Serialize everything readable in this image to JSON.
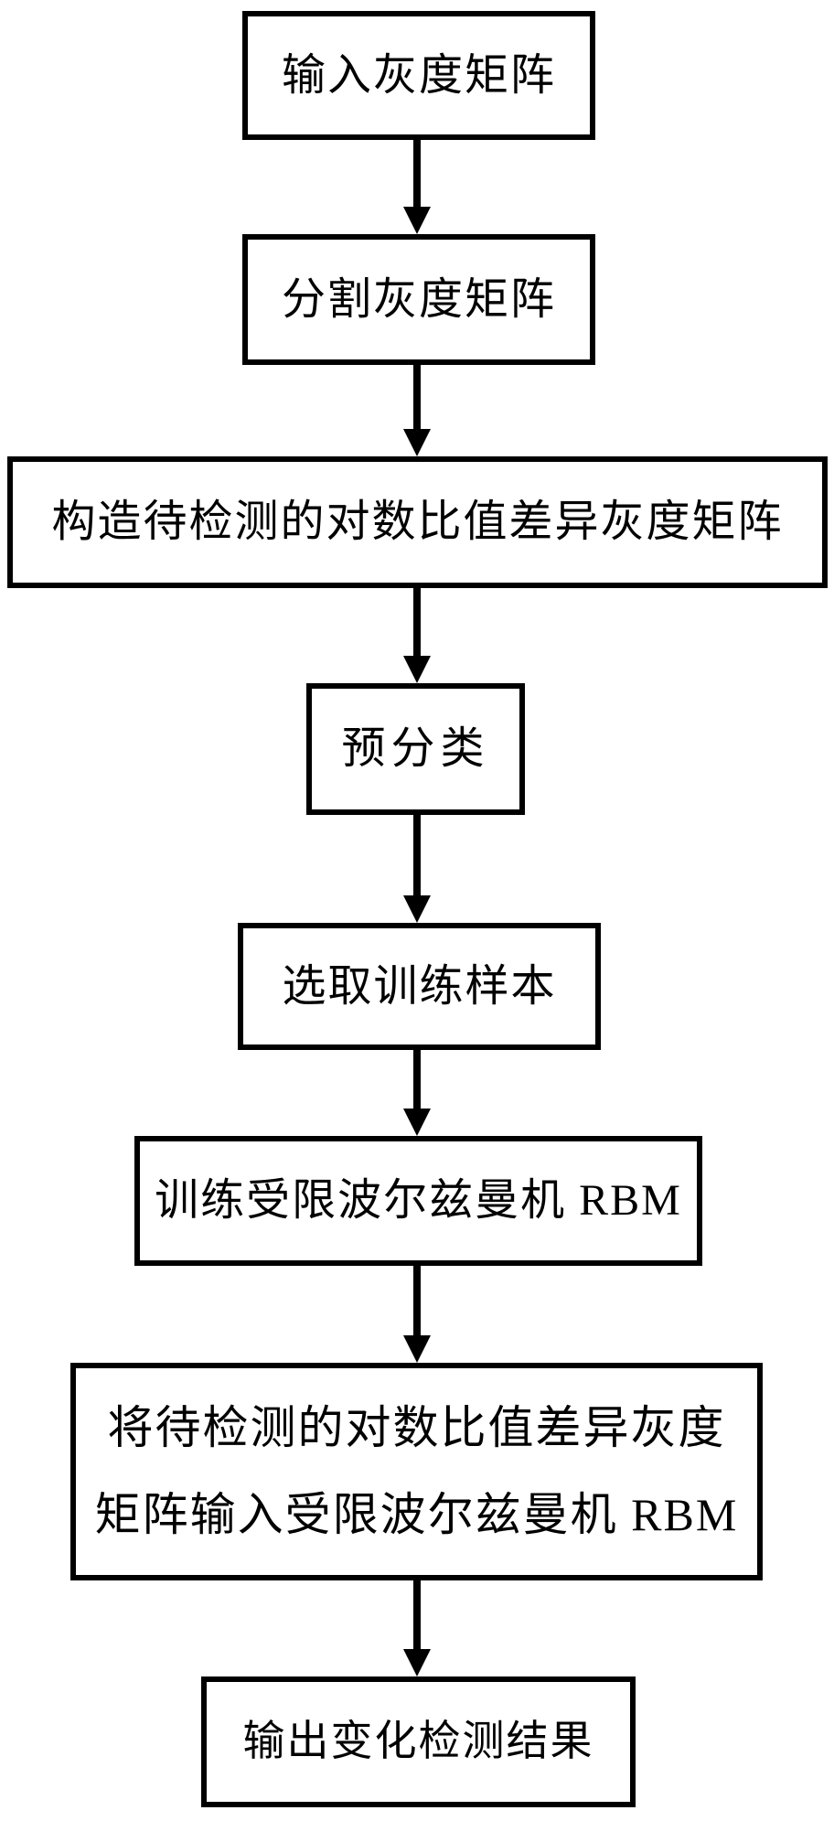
{
  "diagram": {
    "type": "flowchart",
    "direction": "top-down",
    "colors": {
      "background": "#ffffff",
      "stroke": "#000000",
      "text": "#000000"
    },
    "nodes": [
      {
        "label": "输入灰度矩阵"
      },
      {
        "label": "分割灰度矩阵"
      },
      {
        "label": "构造待检测的对数比值差异灰度矩阵"
      },
      {
        "label": "预分类"
      },
      {
        "label": "选取训练样本"
      },
      {
        "label": "训练受限波尔兹曼机 RBM"
      },
      {
        "line1": "将待检测的对数比值差异灰度",
        "line2": "矩阵输入受限波尔兹曼机 RBM"
      },
      {
        "label": "输出变化检测结果"
      }
    ],
    "edges": [
      {
        "from": 0,
        "to": 1
      },
      {
        "from": 1,
        "to": 2
      },
      {
        "from": 2,
        "to": 3
      },
      {
        "from": 3,
        "to": 4
      },
      {
        "from": 4,
        "to": 5
      },
      {
        "from": 5,
        "to": 6
      },
      {
        "from": 6,
        "to": 7
      }
    ]
  }
}
